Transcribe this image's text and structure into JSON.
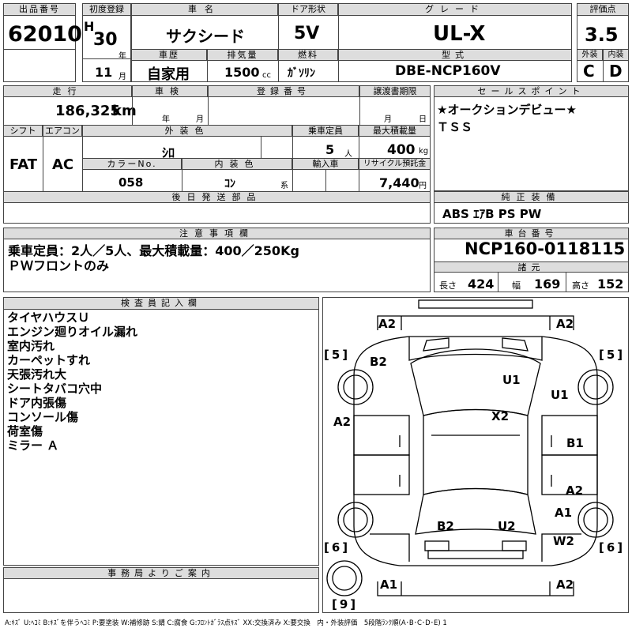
{
  "header": {
    "lot_label": "出品番号",
    "lot_no": "62010",
    "first_reg_label": "初度登録",
    "era": "H",
    "year": "30",
    "year_unit": "年",
    "month": "11",
    "month_unit": "月",
    "car_name_label": "車名",
    "car_name": "サクシード",
    "door_label": "ドア形状",
    "door": "5V",
    "grade_label": "グレード",
    "grade": "UL-X",
    "score_label": "評価点",
    "score": "3.5",
    "history_label": "車歴",
    "history": "自家用",
    "displacement_label": "排気量",
    "displacement": "1500",
    "displacement_unit": "cc",
    "fuel_label": "燃料",
    "fuel": "ｶﾞｿﾘﾝ",
    "model_label": "型式",
    "model": "DBE-NCP160V",
    "ext_grade_label": "外装",
    "ext_grade": "C",
    "int_grade_label": "内装",
    "int_grade": "D"
  },
  "specs": {
    "mileage_label": "走行",
    "mileage": "186,325",
    "mileage_unit": "km",
    "inspection_label": "車検",
    "year_unit": "年",
    "month_unit": "月",
    "reg_no_label": "登録番号",
    "transfer_label": "譲渡書期限",
    "day_unit": "日",
    "shift_label": "シフト",
    "shift": "FAT",
    "aircon_label": "エアコン",
    "aircon": "AC",
    "color_label": "外装色",
    "color": "ｼﾛ",
    "capacity_label": "乗車定員",
    "capacity": "5",
    "capacity_unit": "人",
    "load_label": "最大積載量",
    "load": "400",
    "load_unit": "kg",
    "color_no_label": "カラーNo.",
    "color_no": "058",
    "int_color_label": "内装色",
    "int_color": "ｺﾝ",
    "int_color_unit": "系",
    "import_label": "輸入車",
    "recycle_label": "リサイクル預託金",
    "recycle": "7,440",
    "recycle_unit": "円",
    "later_parts_label": "後日発送部品"
  },
  "sales_points": {
    "label": "セールスポイント",
    "lines": [
      "★オークションデビュー★",
      "ＴＳＳ"
    ]
  },
  "equipment": {
    "label": "純正装備",
    "value": "ABS ｴｱB PS PW"
  },
  "notes": {
    "label": "注意事項欄",
    "lines": [
      "乗車定員：2人／5人、最大積載量：400／250Kg",
      "ＰＷフロントのみ"
    ]
  },
  "chassis": {
    "label": "車台番号",
    "value": "NCP160-0118115",
    "dims_label": "諸元",
    "length_label": "長さ",
    "length": "424",
    "width_label": "幅",
    "width": "169",
    "height_label": "高さ",
    "height": "152"
  },
  "inspector": {
    "label": "検査員記入欄",
    "lines": [
      "タイヤハウスＵ",
      "エンジン廻りオイル漏れ",
      "室内汚れ",
      "カーペットすれ",
      "天張汚れ大",
      "シートタバコ穴中",
      "ドア内張傷",
      "コンソール傷",
      "荷室傷",
      "ミラー Ａ"
    ]
  },
  "office": {
    "label": "事務局よりご案内"
  },
  "diagram": {
    "tire_fl": "5",
    "tire_fr": "5",
    "tire_rl": "6",
    "tire_rr": "6",
    "spare": "9",
    "marks": {
      "front_bumper_l": "A2",
      "front_bumper_r": "A2",
      "hood_l": "B2",
      "roof_top": "U1",
      "fender_r": "U1",
      "roof": "X2",
      "side_l": "A2",
      "door_r1": "B1",
      "door_r2": "A2",
      "quarter_r": "A1",
      "rear_l": "B2",
      "rear_r": "U2",
      "rear_corner_r": "W2",
      "rear_bumper_l": "A1",
      "rear_bumper_r": "A2"
    }
  },
  "legend": "A:ｷｽﾞ U:ﾍｺﾐ B:ｷｽﾞを伴うﾍｺﾐ P:要塗装 W:補修跡 S:錆 C:腐食 G:ﾌﾛﾝﾄｶﾞﾗｽ点ｷｽﾞ XX:交換済み X:要交換　内・外装評価　5段階ﾗﾝｸ順(A･B･C･D･E) 1"
}
